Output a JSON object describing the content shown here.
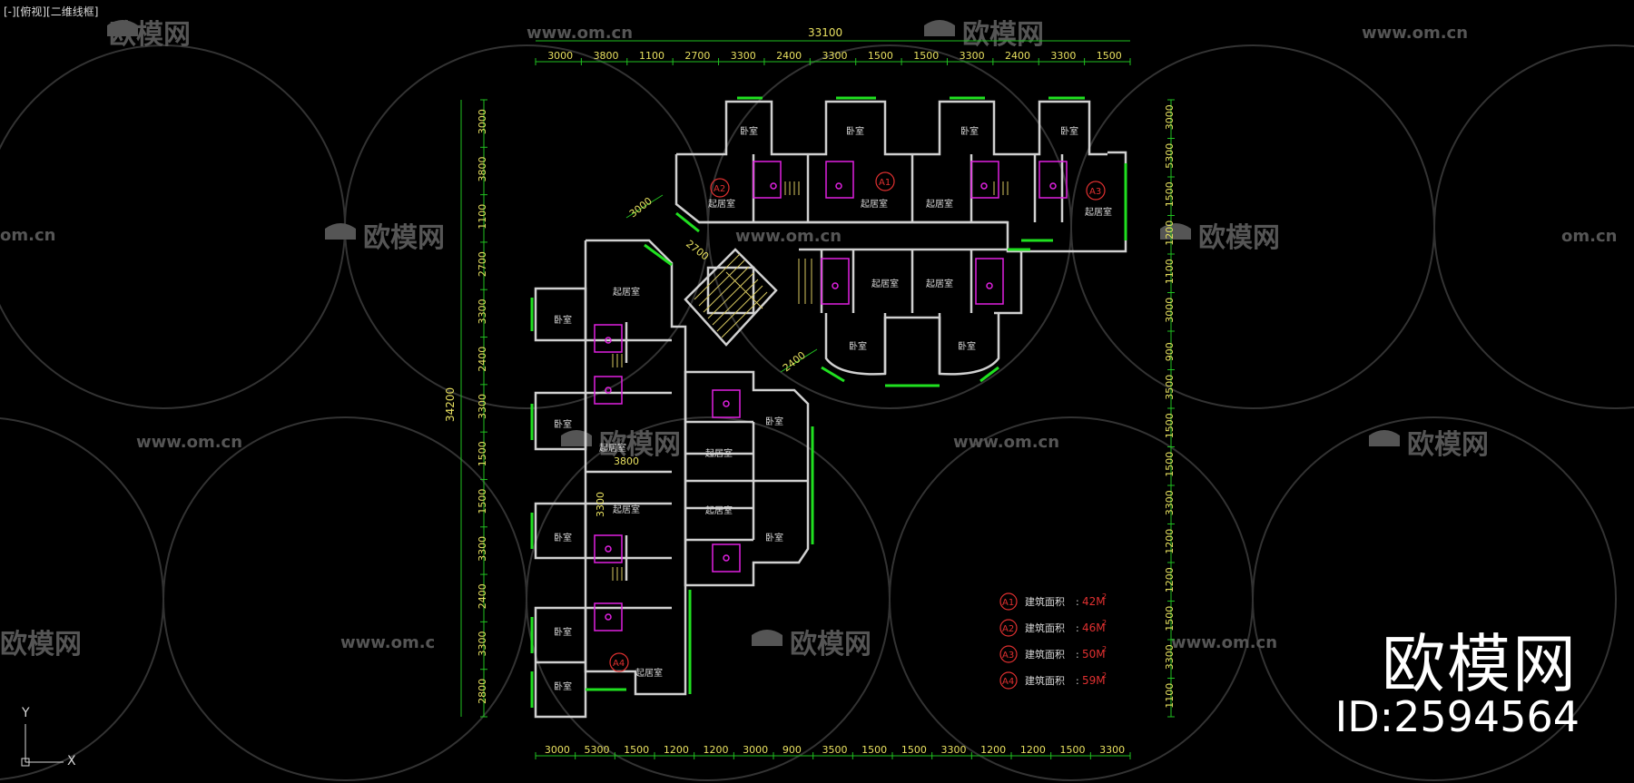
{
  "viewport": {
    "label": "[-][俯视][二维线框]"
  },
  "watermarks": {
    "site": "www.om.cn",
    "brand": "欧模网",
    "site_partial": "om.cn",
    "brand_partial": "欧模网",
    "site_partial2": "www.om.c",
    "id": "ID:2594564"
  },
  "dimensions": {
    "top_total": "33100",
    "top_segments": [
      "3000",
      "3800",
      "1100",
      "2700",
      "3300",
      "2400",
      "3300",
      "1500",
      "1500",
      "3300",
      "2400",
      "3300",
      "1500"
    ],
    "bottom_segments": [
      "3000",
      "5300",
      "1500",
      "1200",
      "1200",
      "3000",
      "900",
      "3500",
      "1500",
      "1500",
      "3300",
      "1200",
      "1200",
      "1500",
      "3300"
    ],
    "left_total": "34200",
    "left_segments": [
      "3000",
      "3800",
      "1100",
      "2700",
      "3300",
      "2400",
      "3300",
      "1500",
      "1500",
      "3300",
      "2400",
      "3300",
      "2800"
    ],
    "right_segments": [
      "3000",
      "5300",
      "1500",
      "1200",
      "1100",
      "3000",
      "900",
      "3500",
      "1500",
      "1500",
      "3300",
      "1200",
      "1200",
      "1500",
      "3300",
      "1100"
    ],
    "diag_1": "3000",
    "diag_2": "2700",
    "diag_3": "2400",
    "inner_a": "3800",
    "inner_b": "3300"
  },
  "rooms": {
    "bedroom": "卧室",
    "living": "起居室"
  },
  "unit_tags": {
    "a1": "A1",
    "a2": "A2",
    "a3": "A3",
    "a4": "A4"
  },
  "legend": {
    "items": [
      {
        "tag": "A1",
        "label": "建筑面积",
        "value": "42M",
        "sup": "2"
      },
      {
        "tag": "A2",
        "label": "建筑面积",
        "value": "46M",
        "sup": "2"
      },
      {
        "tag": "A3",
        "label": "建筑面积",
        "value": "50M",
        "sup": "2"
      },
      {
        "tag": "A4",
        "label": "建筑面积",
        "value": "59M",
        "sup": "2"
      }
    ]
  },
  "ucs": {
    "y_label": "Y",
    "x_label": "X"
  },
  "colors": {
    "wall": "#d0d0d0",
    "window": "#20e020",
    "dim_text": "#e8e060",
    "dim_line": "#20c020",
    "fixture": "#e020e0",
    "stair": "#d8c860",
    "tag": "#e03030",
    "watermark": "#5a5a5a"
  }
}
